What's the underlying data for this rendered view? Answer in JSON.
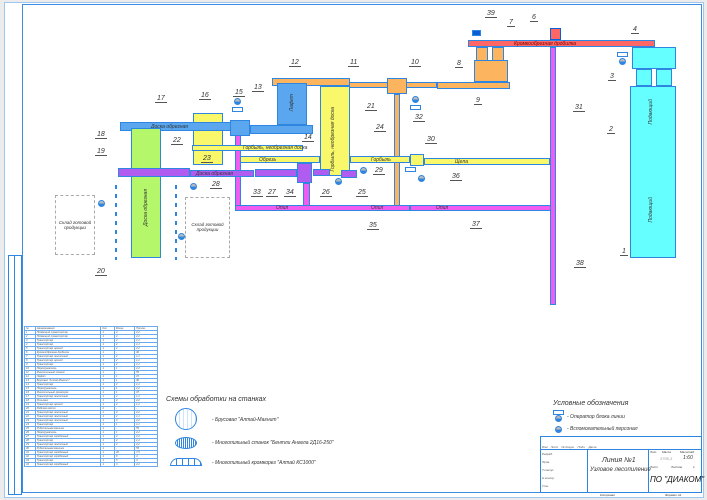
{
  "labels": {
    "crusher": "Кромкообрезная дробилка",
    "feeder_top": "Подающий",
    "feeder_bottom": "Подающий",
    "carriage": "Лафет",
    "slab_board_21": "Горбыль, необрезная доска",
    "edged_board_17": "Доска обрезная",
    "slab_board_23": "Горбыль, необрезная доска",
    "trim": "Обрезь",
    "slab": "Горбыль",
    "chips": "Щепа",
    "edged_board_green": "Доска обрезная",
    "edged_board_purple": "Доска обрезная",
    "sawdust_1": "Опил",
    "sawdust_2": "Опил",
    "sawdust_3": "Опил",
    "warehouse_1": "Склад готовой продукции",
    "warehouse_2": "Склад готовой продукции"
  },
  "callouts": [
    "1",
    "2",
    "3",
    "4",
    "6",
    "7",
    "8",
    "9",
    "10",
    "11",
    "12",
    "13",
    "14",
    "15",
    "16",
    "17",
    "18",
    "19",
    "20",
    "21",
    "22",
    "23",
    "24",
    "25",
    "26",
    "27",
    "28",
    "29",
    "30",
    "31",
    "32",
    "33",
    "34",
    "35",
    "36",
    "37",
    "38",
    "39"
  ],
  "schemes": {
    "title": "Схемы обработки на станках",
    "items": [
      "- Брусовал \"Алтай-Магнит\"",
      "- Многопильный станок \"Бентли Ангела 2Д16-250\"",
      "- Многопильный кромкорез \"Алтай КС1000\""
    ]
  },
  "legend": {
    "title": "Условные обозначения",
    "items": [
      "- Оператор блока линии",
      "- Вспомогательный персонал"
    ]
  },
  "spec": {
    "headers": [
      "№",
      "Наименование",
      "Кол",
      "Мощн.",
      "Произв."
    ],
    "rows": [
      [
        "1",
        "Подающий транспортер",
        "1",
        "4",
        "2,2"
      ],
      [
        "2",
        "Подающий транспортер",
        "1",
        "4",
        "2,2"
      ],
      [
        "3",
        "Транспортер",
        "1",
        "2",
        "1,1"
      ],
      [
        "4",
        "Транспортер",
        "1",
        "2",
        "1,1"
      ],
      [
        "5",
        "Транспортер цепной",
        "1",
        "2",
        "2,2"
      ],
      [
        "6",
        "Кромкообрезная дробилка",
        "1",
        "-",
        "30"
      ],
      [
        "7",
        "Транспортер ленточный",
        "1",
        "2",
        "1,1"
      ],
      [
        "8",
        "Транспортер цепной",
        "1",
        "2",
        "1,1"
      ],
      [
        "9",
        "Транспортер",
        "1",
        "2",
        "1,1"
      ],
      [
        "10",
        "Перегружатель",
        "1",
        "1",
        "2,2"
      ],
      [
        "11",
        "Многопильный станок",
        "1",
        "-",
        "55"
      ],
      [
        "12",
        "Лафет",
        "1",
        "1",
        "15"
      ],
      [
        "13",
        "Брусовал \"Алтай-Магнит\"",
        "1",
        "1",
        "30"
      ],
      [
        "14",
        "Транспортер",
        "1",
        "2",
        "1,1"
      ],
      [
        "15",
        "Перегружатель",
        "1",
        "1",
        "2,2"
      ],
      [
        "16",
        "Многопильный кромкорез",
        "1",
        "1",
        "37"
      ],
      [
        "17",
        "Транспортер ленточный",
        "1",
        "2",
        "1,1"
      ],
      [
        "18",
        "Рольганг",
        "1",
        "4",
        "2,2"
      ],
      [
        "19",
        "Транспортер цепной",
        "1",
        "2",
        "1,1"
      ],
      [
        "20",
        "Рабочее место",
        "2",
        "-",
        "-"
      ],
      [
        "21",
        "Транспортер ленточный",
        "1",
        "4",
        "2,2"
      ],
      [
        "22",
        "Транспортер ленточный",
        "1",
        "2",
        "1,1"
      ],
      [
        "23",
        "Транспортер ленточный",
        "1",
        "3",
        "2,2"
      ],
      [
        "24",
        "Транспортер",
        "1",
        "1",
        "1,1"
      ],
      [
        "25",
        "Рубительная машина",
        "1",
        "-",
        "55"
      ],
      [
        "26",
        "Перегружатель",
        "1",
        "1",
        "2,2"
      ],
      [
        "27",
        "Транспортер скребковый",
        "1",
        "4",
        "2,2"
      ],
      [
        "28",
        "Транспортер",
        "1",
        "2",
        "1,1"
      ],
      [
        "29",
        "Транспортер ленточный",
        "1",
        "4",
        "2,2"
      ],
      [
        "30",
        "Рубительная машина",
        "1",
        "-",
        "55"
      ],
      [
        "31",
        "Транспортер скребковый",
        "1",
        "20",
        "7,5"
      ],
      [
        "32",
        "Транспортер скребковый",
        "1",
        "8",
        "4"
      ],
      [
        "33",
        "Транспортер",
        "1",
        "5",
        "3"
      ],
      [
        "34",
        "Транспортер скребковый",
        "1",
        "3",
        "2,2"
      ]
    ]
  },
  "titleblock": {
    "line": "Линия №1",
    "subtitle": "Узловое лесопиление",
    "col_headers": [
      "Изм",
      "Лист",
      "№ докум.",
      "Подп.",
      "Дата"
    ],
    "roles": [
      "Разраб.",
      "Пров.",
      "Т.контр.",
      "Н.контр.",
      "Утв."
    ],
    "lit": "Лит.",
    "mass": "Масса",
    "scale": "Масштаб",
    "mass_value": "3706,3",
    "scale_value": "1:60",
    "sheet": "Лист",
    "sheets": "Листов",
    "sheets_value": "1",
    "org": "ПО \"ДИАКОМ\"",
    "copied": "Копировал",
    "format": "Формат  А1"
  }
}
